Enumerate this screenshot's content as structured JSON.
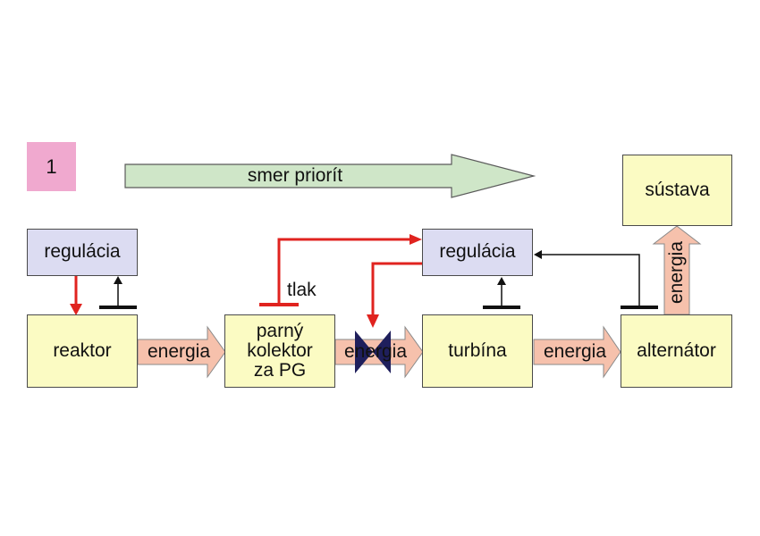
{
  "badge": "1",
  "priority_arrow": {
    "label": "smer priorít"
  },
  "boxes": {
    "reg_left": "regulácia",
    "reg_mid": "regulácia",
    "reaktor": "reaktor",
    "kolektor": [
      "parný",
      "kolektor",
      "za PG"
    ],
    "turbina": "turbína",
    "alternator": "alternátor",
    "sustava": "sústava"
  },
  "labels": {
    "tlak": "tlak",
    "energia_1": "energia",
    "energia_2": "energia",
    "energia_3": "energia",
    "energia_up": "energia"
  },
  "colors": {
    "box_fill": "#fbfbc3",
    "reg_fill": "#dcdcf2",
    "badge_fill": "#f0a9cf",
    "priority_fill": "#cfe6c8",
    "energy_fill": "#f6c1ac",
    "control_red": "#e0231f",
    "valve": "#1f1f5c"
  }
}
